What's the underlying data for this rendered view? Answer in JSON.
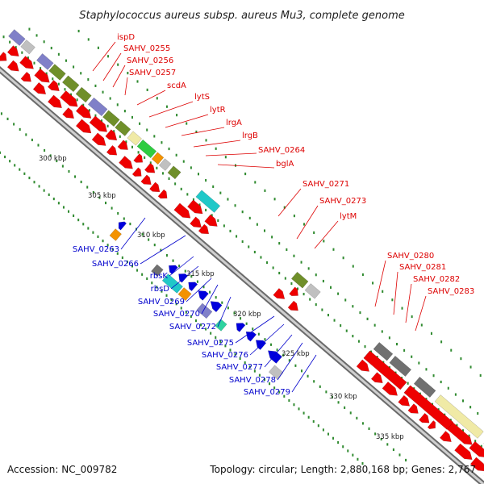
{
  "title": "Staphylococcus aureus subsp. aureus Mu3, complete genome",
  "accession": "Accession: NC_009782",
  "topology": "Topology: circular; Length: 2,880,168 bp; Genes: 2,767",
  "colors": {
    "forward": "#ee0000",
    "reverse": "#0000dd",
    "backbone": "#8a8a8a",
    "tick_dots": "#2f8a2f",
    "olive": "#6f8f2a",
    "slate": "#8080c8",
    "cyan": "#20c8c8",
    "grey": "#707070",
    "light_grey": "#c0c0c0",
    "khaki": "#f0eaa6",
    "orange": "#f39200",
    "green": "#2ecc40",
    "teal": "#2ed3a0"
  },
  "scale_labels": [
    "300 kbp",
    "305 kbp",
    "310 kbp",
    "315 kbp",
    "320 kbp",
    "325 kbp",
    "330 kbp",
    "335 kbp"
  ],
  "forward_labels": [
    "ispD",
    "SAHV_0255",
    "SAHV_0256",
    "SAHV_0257",
    "scdA",
    "lytS",
    "lytR",
    "lrgA",
    "lrgB",
    "SAHV_0264",
    "bglA",
    "SAHV_0271",
    "SAHV_0273",
    "lytM",
    "SAHV_0280",
    "SAHV_0281",
    "SAHV_0282",
    "SAHV_0283"
  ],
  "reverse_labels": [
    "SAHV_0263",
    "SAHV_0266",
    "rbsK",
    "rbsD",
    "SAHV_0269",
    "SAHV_0270",
    "SAHV_0272",
    "SAHV_0275",
    "SAHV_0276",
    "SAHV_0277",
    "SAHV_0278",
    "SAHV_0279"
  ]
}
